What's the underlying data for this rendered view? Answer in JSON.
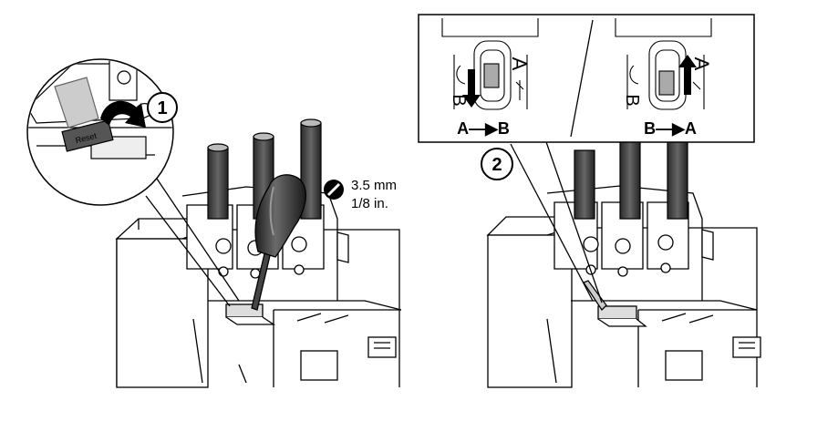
{
  "step1": {
    "number": "1",
    "reset_text": "Reset"
  },
  "screwdriver": {
    "size_mm": "3.5 mm",
    "size_in": "1/8 in."
  },
  "step2": {
    "number": "2",
    "panel_left": {
      "transition": "A—▶B",
      "letter_a": "A",
      "letter_b": "B"
    },
    "panel_right": {
      "transition": "B—▶A",
      "letter_a": "A",
      "letter_b": "B"
    }
  }
}
